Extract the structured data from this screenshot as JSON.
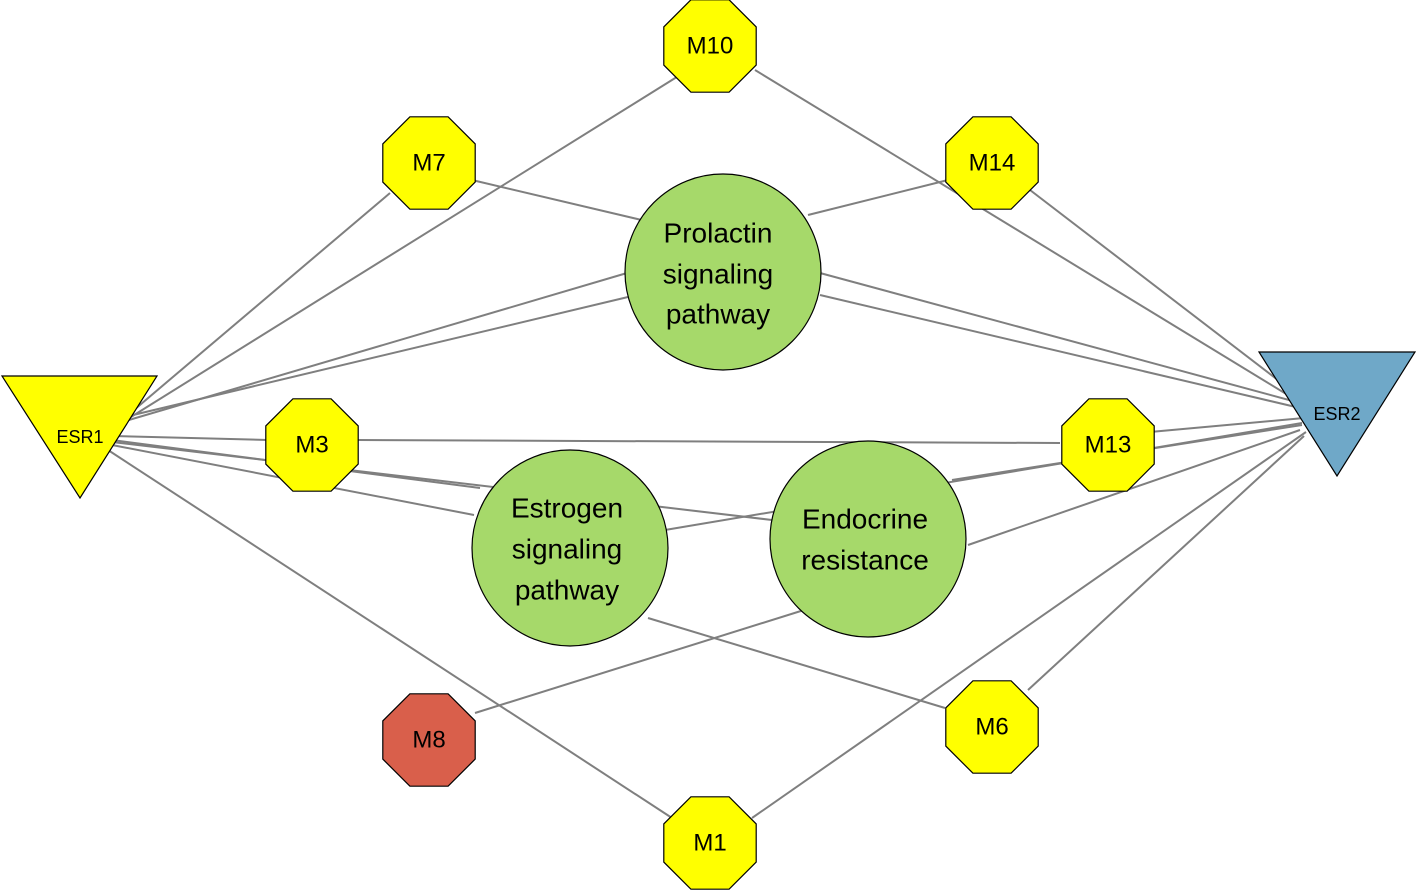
{
  "colors": {
    "module_default": "#ffff00",
    "module_highlight": "#d95f4b",
    "pathway": "#a6d96a",
    "esr1": "#ffff00",
    "esr2": "#6fa8c8",
    "edge": "#7f7f7f"
  },
  "nodes": {
    "esr1": {
      "label": "ESR1",
      "shape": "down-triangle"
    },
    "esr2": {
      "label": "ESR2",
      "shape": "down-triangle"
    },
    "m10": {
      "label": "M10",
      "shape": "octagon"
    },
    "m7": {
      "label": "M7",
      "shape": "octagon"
    },
    "m14": {
      "label": "M14",
      "shape": "octagon"
    },
    "m3": {
      "label": "M3",
      "shape": "octagon"
    },
    "m13": {
      "label": "M13",
      "shape": "octagon"
    },
    "m8": {
      "label": "M8",
      "shape": "octagon"
    },
    "m6": {
      "label": "M6",
      "shape": "octagon"
    },
    "m1": {
      "label": "M1",
      "shape": "octagon"
    },
    "prolactin": {
      "label_lines": [
        "Prolactin",
        "signaling",
        "pathway"
      ],
      "shape": "circle"
    },
    "estrogen": {
      "label_lines": [
        "Estrogen",
        "signaling",
        "pathway"
      ],
      "shape": "circle"
    },
    "endocrine": {
      "label_lines": [
        "Endocrine",
        "resistance"
      ],
      "shape": "circle"
    }
  },
  "edges": [
    [
      "esr1",
      "m7"
    ],
    [
      "esr1",
      "m10"
    ],
    [
      "esr1",
      "prolactin"
    ],
    [
      "esr1",
      "prolactin"
    ],
    [
      "esr1",
      "m3"
    ],
    [
      "esr1",
      "estrogen"
    ],
    [
      "esr1",
      "estrogen"
    ],
    [
      "esr1",
      "endocrine"
    ],
    [
      "esr1",
      "m1"
    ],
    [
      "m7",
      "prolactin"
    ],
    [
      "m14",
      "prolactin"
    ],
    [
      "m10",
      "esr2"
    ],
    [
      "m14",
      "esr2"
    ],
    [
      "prolactin",
      "esr2"
    ],
    [
      "prolactin",
      "esr2"
    ],
    [
      "m3",
      "m13"
    ],
    [
      "m13",
      "esr2"
    ],
    [
      "estrogen",
      "esr2"
    ],
    [
      "endocrine",
      "esr2"
    ],
    [
      "endocrine",
      "esr2"
    ],
    [
      "m6",
      "esr2"
    ],
    [
      "m1",
      "esr2"
    ],
    [
      "estrogen",
      "m6"
    ],
    [
      "m8",
      "endocrine"
    ]
  ]
}
